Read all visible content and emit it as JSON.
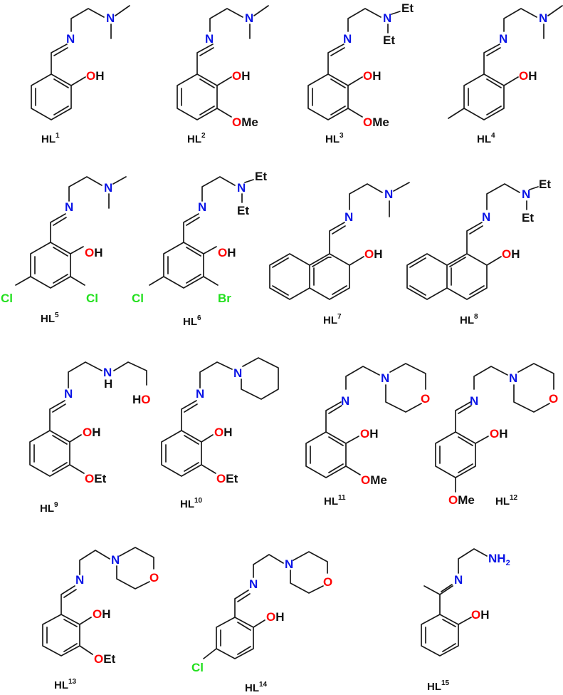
{
  "figure": {
    "type": "chemical-structure-grid",
    "colors": {
      "bond": "#1a1a1a",
      "nitrogen": "#0a14e6",
      "oxygen": "#ff0000",
      "halogen": "#22e01e",
      "carbon_label": "#111111"
    },
    "compounds": [
      {
        "id": "HL1",
        "label": "HL",
        "sup": "1",
        "amine": "NMe2",
        "ring": "phenyl",
        "substituents": [
          "OH"
        ]
      },
      {
        "id": "HL2",
        "label": "HL",
        "sup": "2",
        "amine": "NMe2",
        "ring": "phenyl",
        "substituents": [
          "OH",
          "OMe"
        ]
      },
      {
        "id": "HL3",
        "label": "HL",
        "sup": "3",
        "amine": "NEt2",
        "ring": "phenyl",
        "substituents": [
          "OH",
          "OMe"
        ]
      },
      {
        "id": "HL4",
        "label": "HL",
        "sup": "4",
        "amine": "NMe2",
        "ring": "phenyl",
        "substituents": [
          "OH",
          "Me"
        ]
      },
      {
        "id": "HL5",
        "label": "HL",
        "sup": "5",
        "amine": "NMe2",
        "ring": "phenyl",
        "substituents": [
          "OH",
          "Cl",
          "Cl"
        ]
      },
      {
        "id": "HL6",
        "label": "HL",
        "sup": "6",
        "amine": "NEt2",
        "ring": "phenyl",
        "substituents": [
          "OH",
          "Cl",
          "Br"
        ]
      },
      {
        "id": "HL7",
        "label": "HL",
        "sup": "7",
        "amine": "NMe2",
        "ring": "naphthyl",
        "substituents": [
          "OH"
        ]
      },
      {
        "id": "HL8",
        "label": "HL",
        "sup": "8",
        "amine": "NEt2",
        "ring": "naphthyl",
        "substituents": [
          "OH"
        ]
      },
      {
        "id": "HL9",
        "label": "HL",
        "sup": "9",
        "amine": "NH-CH2CH2-OH",
        "ring": "phenyl",
        "substituents": [
          "OH",
          "OEt"
        ]
      },
      {
        "id": "HL10",
        "label": "HL",
        "sup": "10",
        "amine": "piperidine",
        "ring": "phenyl",
        "substituents": [
          "OH",
          "OEt"
        ]
      },
      {
        "id": "HL11",
        "label": "HL",
        "sup": "11",
        "amine": "morpholine",
        "ring": "phenyl",
        "substituents": [
          "OH",
          "OMe"
        ]
      },
      {
        "id": "HL12",
        "label": "HL",
        "sup": "12",
        "amine": "morpholine",
        "ring": "phenyl",
        "substituents": [
          "OH",
          "OMe"
        ]
      },
      {
        "id": "HL13",
        "label": "HL",
        "sup": "13",
        "amine": "morpholine",
        "ring": "phenyl",
        "substituents": [
          "OH",
          "OEt"
        ]
      },
      {
        "id": "HL14",
        "label": "HL",
        "sup": "14",
        "amine": "morpholine",
        "ring": "phenyl",
        "substituents": [
          "OH",
          "Cl"
        ]
      },
      {
        "id": "HL15",
        "label": "HL",
        "sup": "15",
        "amine": "NH2",
        "ring": "phenyl",
        "substituents": [
          "OH",
          "Me-ketimine"
        ]
      }
    ],
    "atom_labels": {
      "N": "N",
      "OH": "OH",
      "HO": "HO",
      "O": "O",
      "OMe": "OMe",
      "OEt": "OEt",
      "Et": "Et",
      "Cl": "Cl",
      "Br": "Br",
      "H": "H",
      "NH2_main": "NH",
      "NH2_sub": "2"
    }
  }
}
